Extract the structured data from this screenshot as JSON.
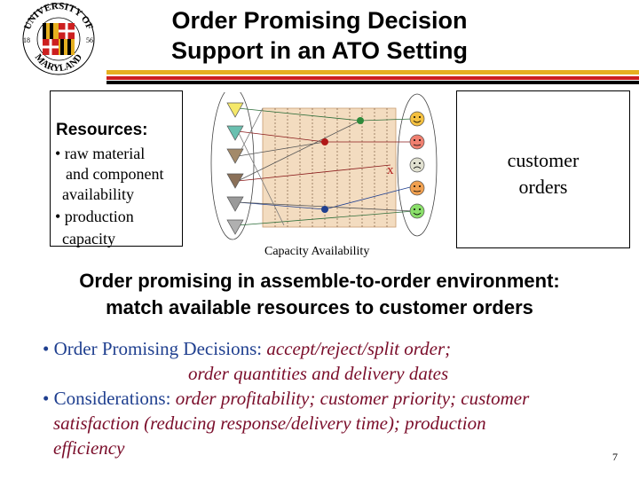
{
  "logo": {
    "ring_text": "UNIVERSITY OF MARYLAND",
    "year_left": "18",
    "year_right": "56",
    "colors": {
      "gold": "#e6b020",
      "red": "#cc1f1f",
      "black": "#000000"
    }
  },
  "title": {
    "line1": "Order Promising Decision",
    "line2": "Support in an ATO Setting"
  },
  "resources": {
    "heading": "Resources:",
    "lines": [
      "• raw material",
      "and component",
      "availability",
      "• production",
      "capacity"
    ]
  },
  "customer": {
    "line1": "customer",
    "line2": "orders"
  },
  "diagram": {
    "caption": "Capacity Availability",
    "reject_mark": "x",
    "materials": [
      "yellow-triangle-icon",
      "teal-triangle-icon",
      "brown-triangle-icon",
      "brown-triangle-icon",
      "gray-triangle-icon"
    ],
    "customers": [
      "happy-face-icon",
      "neutral-face-icon",
      "sad-face-icon",
      "neutral-face-icon",
      "happy-face-icon"
    ]
  },
  "subheading": {
    "line1": "Order promising in assemble-to-order environment:",
    "line2": "match available resources to customer orders"
  },
  "bullets": {
    "b1_label": "• Order Promising Decisions:",
    "b1_text": "accept/reject/split order;",
    "b1_cont": "order quantities and delivery dates",
    "b2_label": "• Considerations:",
    "b2_text": "order profitability; customer priority; customer",
    "b2_line2": "satisfaction (reducing response/delivery time); production",
    "b2_line3": "efficiency"
  },
  "slide_number": "7"
}
